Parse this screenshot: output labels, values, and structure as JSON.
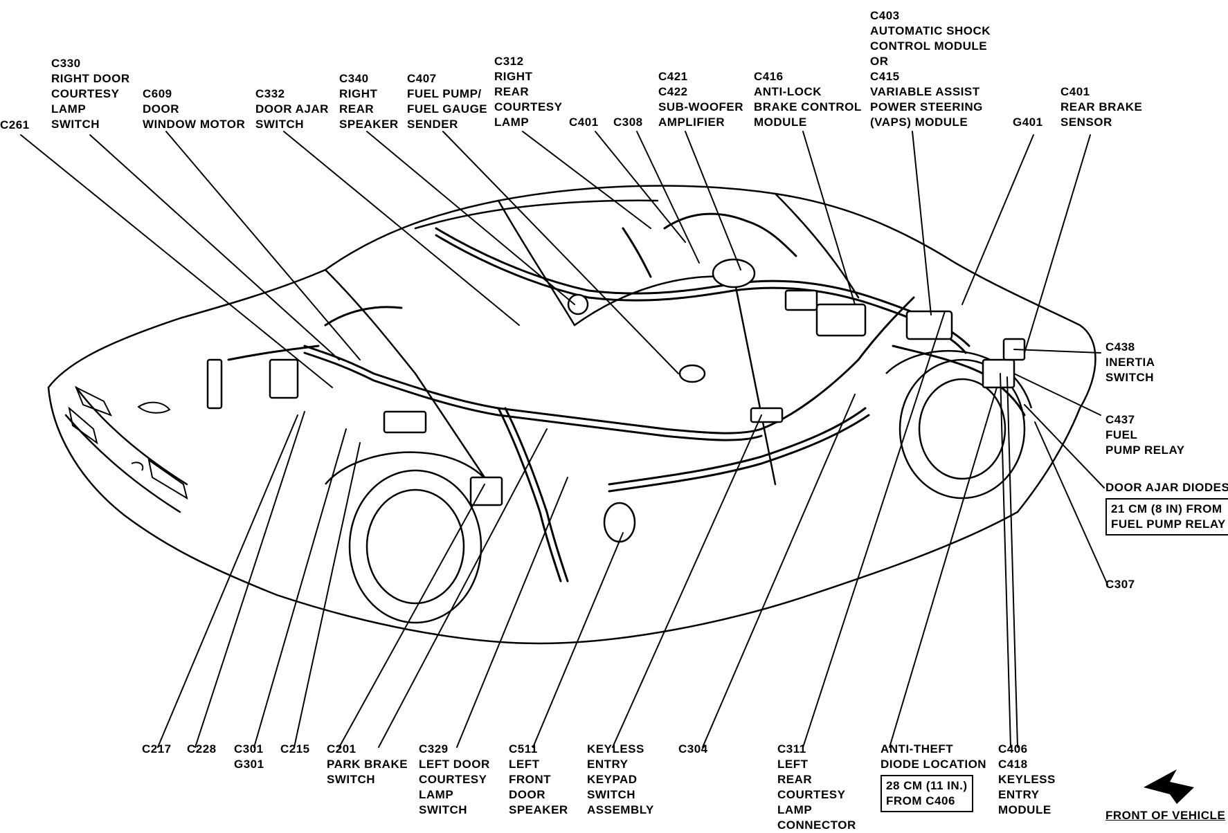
{
  "labels": {
    "c261": [
      "C261"
    ],
    "c330": [
      "C330",
      "RIGHT DOOR",
      "COURTESY",
      "LAMP",
      "SWITCH"
    ],
    "c609": [
      "C609",
      "DOOR",
      "WINDOW MOTOR"
    ],
    "c332": [
      "C332",
      "DOOR AJAR",
      "SWITCH"
    ],
    "c340": [
      "C340",
      "RIGHT",
      "REAR",
      "SPEAKER"
    ],
    "c407": [
      "C407",
      "FUEL PUMP/",
      "FUEL GAUGE",
      "SENDER"
    ],
    "c312": [
      "C312",
      "RIGHT",
      "REAR",
      "COURTESY",
      "LAMP"
    ],
    "c401a": [
      "C401"
    ],
    "c308": [
      "C308"
    ],
    "c421": [
      "C421",
      "C422",
      "SUB-WOOFER",
      "AMPLIFIER"
    ],
    "c416": [
      "C416",
      "ANTI-LOCK",
      "BRAKE CONTROL",
      "MODULE"
    ],
    "c403": [
      "C403",
      "AUTOMATIC SHOCK",
      "CONTROL MODULE",
      "OR",
      "C415",
      "VARIABLE ASSIST",
      "POWER STEERING",
      "(VAPS) MODULE"
    ],
    "g401": [
      "G401"
    ],
    "c401b": [
      "C401",
      "REAR BRAKE",
      "SENSOR"
    ],
    "c438": [
      "C438",
      "INERTIA",
      "SWITCH"
    ],
    "c437": [
      "C437",
      "FUEL",
      "PUMP RELAY"
    ],
    "door_ajar_diodes": [
      "DOOR AJAR DIODES"
    ],
    "door_ajar_note": [
      "21 CM (8 IN) FROM",
      "FUEL PUMP RELAY"
    ],
    "c307": [
      "C307"
    ],
    "c217": [
      "C217"
    ],
    "c228": [
      "C228"
    ],
    "c301": [
      "C301",
      "G301"
    ],
    "c215": [
      "C215"
    ],
    "c201": [
      "C201",
      "PARK BRAKE",
      "SWITCH"
    ],
    "c329": [
      "C329",
      "LEFT DOOR",
      "COURTESY",
      "LAMP",
      "SWITCH"
    ],
    "c511": [
      "C511",
      "LEFT",
      "FRONT",
      "DOOR",
      "SPEAKER"
    ],
    "keyless_keypad": [
      "KEYLESS",
      "ENTRY",
      "KEYPAD",
      "SWITCH",
      "ASSEMBLY"
    ],
    "c304": [
      "C304"
    ],
    "c311": [
      "C311",
      "LEFT",
      "REAR",
      "COURTESY",
      "LAMP",
      "CONNECTOR"
    ],
    "anti_theft": [
      "ANTI-THEFT",
      "DIODE LOCATION"
    ],
    "anti_theft_note": [
      "28 CM (11 IN.)",
      "FROM C406"
    ],
    "c406": [
      "C406",
      "C418",
      "KEYLESS",
      "ENTRY",
      "MODULE"
    ],
    "front_of_vehicle": [
      "FRONT OF VEHICLE"
    ]
  },
  "colors": {
    "ink": "#000000",
    "paper": "#ffffff"
  }
}
